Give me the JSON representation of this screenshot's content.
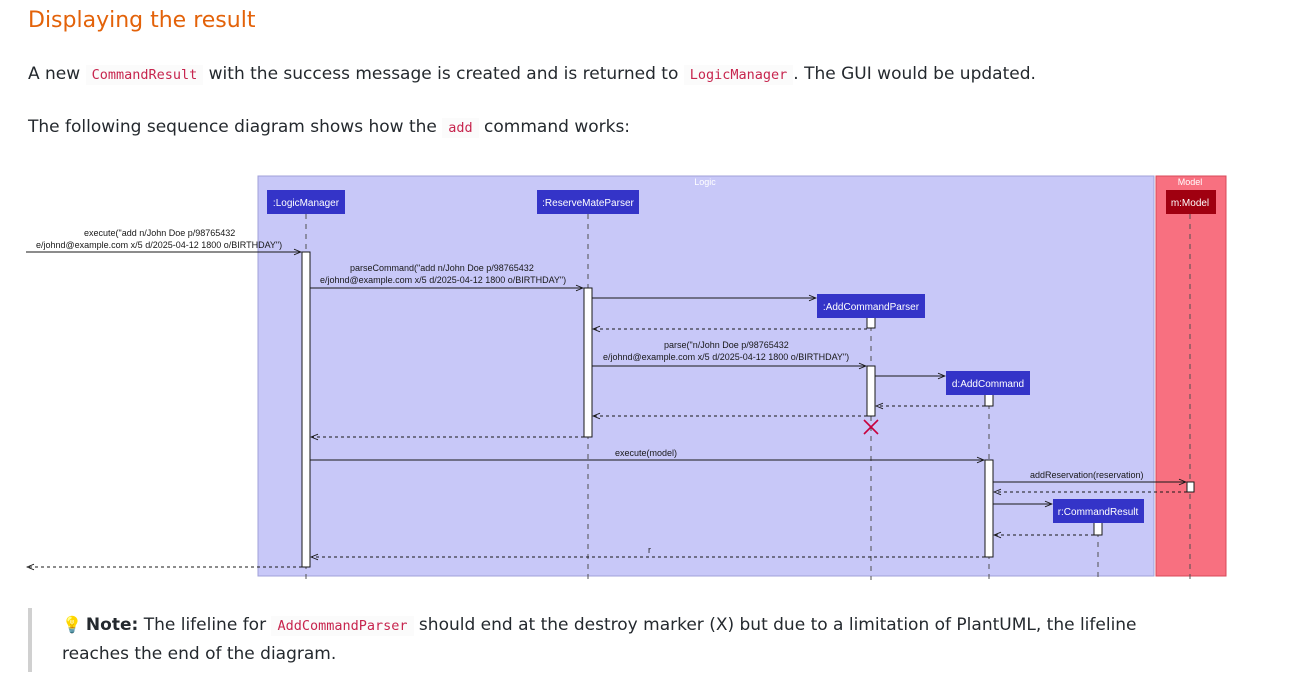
{
  "heading": "Displaying the result",
  "paragraph1": {
    "pre": "A new ",
    "code1": "CommandResult",
    "mid": " with the success message is created and is returned to ",
    "code2": "LogicManager",
    "post": ". The GUI would be updated."
  },
  "paragraph2": {
    "pre": "The following sequence diagram shows how the ",
    "code": "add",
    "post": " command works:"
  },
  "diagram": {
    "logic_box_label": "Logic",
    "model_box_label": "Model",
    "participants": {
      "logic_manager": ":LogicManager",
      "parser": ":ReserveMateParser",
      "add_parser": ":AddCommandParser",
      "add_command": "d:AddCommand",
      "command_result": "r:CommandResult",
      "model": "m:Model"
    },
    "messages": {
      "execute_line1": "execute(\"add n/John Doe p/98765432",
      "execute_line2": "e/johnd@example.com x/5 d/2025-04-12 1800 o/BIRTHDAY\")",
      "parse_command_line1": "parseCommand(\"add n/John Doe p/98765432",
      "parse_command_line2": "e/johnd@example.com x/5 d/2025-04-12 1800 o/BIRTHDAY\")",
      "parse_line1": "parse(\"n/John Doe p/98765432",
      "parse_line2": "e/johnd@example.com x/5 d/2025-04-12 1800 o/BIRTHDAY\")",
      "execute_model": "execute(model)",
      "add_reservation": "addReservation(reservation)",
      "return_r": "r"
    },
    "colors": {
      "logic_bg": "#c8c8f8",
      "model_bg": "#f87080",
      "participant_bg": "#3434c8",
      "model_participant_bg": "#a00010",
      "destroy": "#c8003c"
    }
  },
  "note": {
    "label": "Note:",
    "pre": " The lifeline for ",
    "code": "AddCommandParser",
    "post": " should end at the destroy marker (X) but due to a limitation of PlantUML, the lifeline reaches the end of the diagram."
  }
}
